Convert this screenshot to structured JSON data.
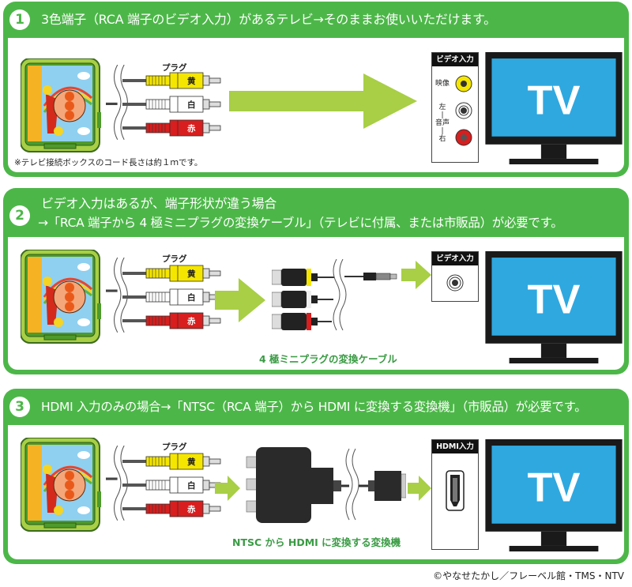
{
  "sections": [
    {
      "number": "1",
      "title": "3色端子（RCA 端子のビデオ入力）があるテレビ→そのままお使いいただけます。",
      "plug_label": "プラグ",
      "plug_colors": [
        "黄",
        "白",
        "赤"
      ],
      "note": "※テレビ接続ボックスのコード長さは約１ｍです。",
      "port_box": {
        "header": "ビデオ入力",
        "video_label": "映像",
        "audio_label_left": "左",
        "audio_label_mid": "音声",
        "audio_label_right": "右"
      },
      "tv_label": "TV"
    },
    {
      "number": "2",
      "title_line1": "ビデオ入力はあるが、端子形状が違う場合",
      "title_line2": "→「RCA 端子から 4 極ミニプラグの変換ケーブル」（テレビに付属、または市販品）が必要です。",
      "plug_label": "プラグ",
      "plug_colors": [
        "黄",
        "白",
        "赤"
      ],
      "cable_caption": "4 極ミニプラグの変換ケーブル",
      "port_box": {
        "header": "ビデオ入力"
      },
      "tv_label": "TV"
    },
    {
      "number": "3",
      "title": "HDMI 入力のみの場合→「NTSC（RCA 端子）から HDMI に変換する変換機」（市販品）が必要です。",
      "plug_label": "プラグ",
      "plug_colors": [
        "黄",
        "白",
        "赤"
      ],
      "converter_caption": "NTSC から HDMI に変換する変換機",
      "port_box": {
        "header": "HDMI入力"
      },
      "tv_label": "TV"
    }
  ],
  "copyright": "©やなせたかし／フレーベル館・TMS・NTV",
  "colors": {
    "panel_green": "#4cb748",
    "arrow_green": "#a8cf45",
    "tv_screen": "#2fa8e0",
    "plug_yellow": "#f5e600",
    "plug_red": "#d81e1e",
    "caption_green": "#3a9b44"
  }
}
